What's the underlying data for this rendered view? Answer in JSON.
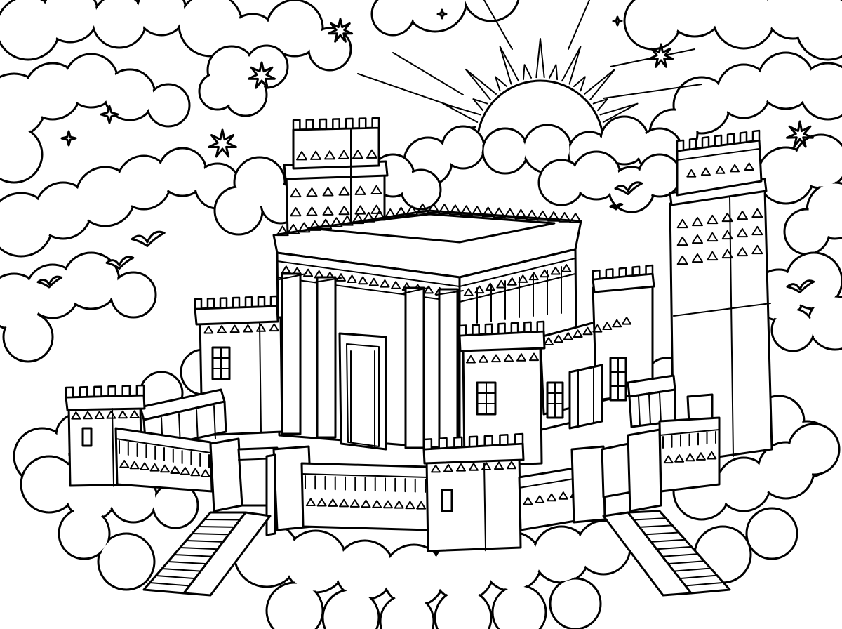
{
  "scene": {
    "subject": "temple-on-clouds-coloring-page",
    "style": "black line art on white",
    "colors": {
      "ink": "#000000",
      "paper": "#ffffff"
    },
    "star_count": 9,
    "bird_count": 6
  }
}
